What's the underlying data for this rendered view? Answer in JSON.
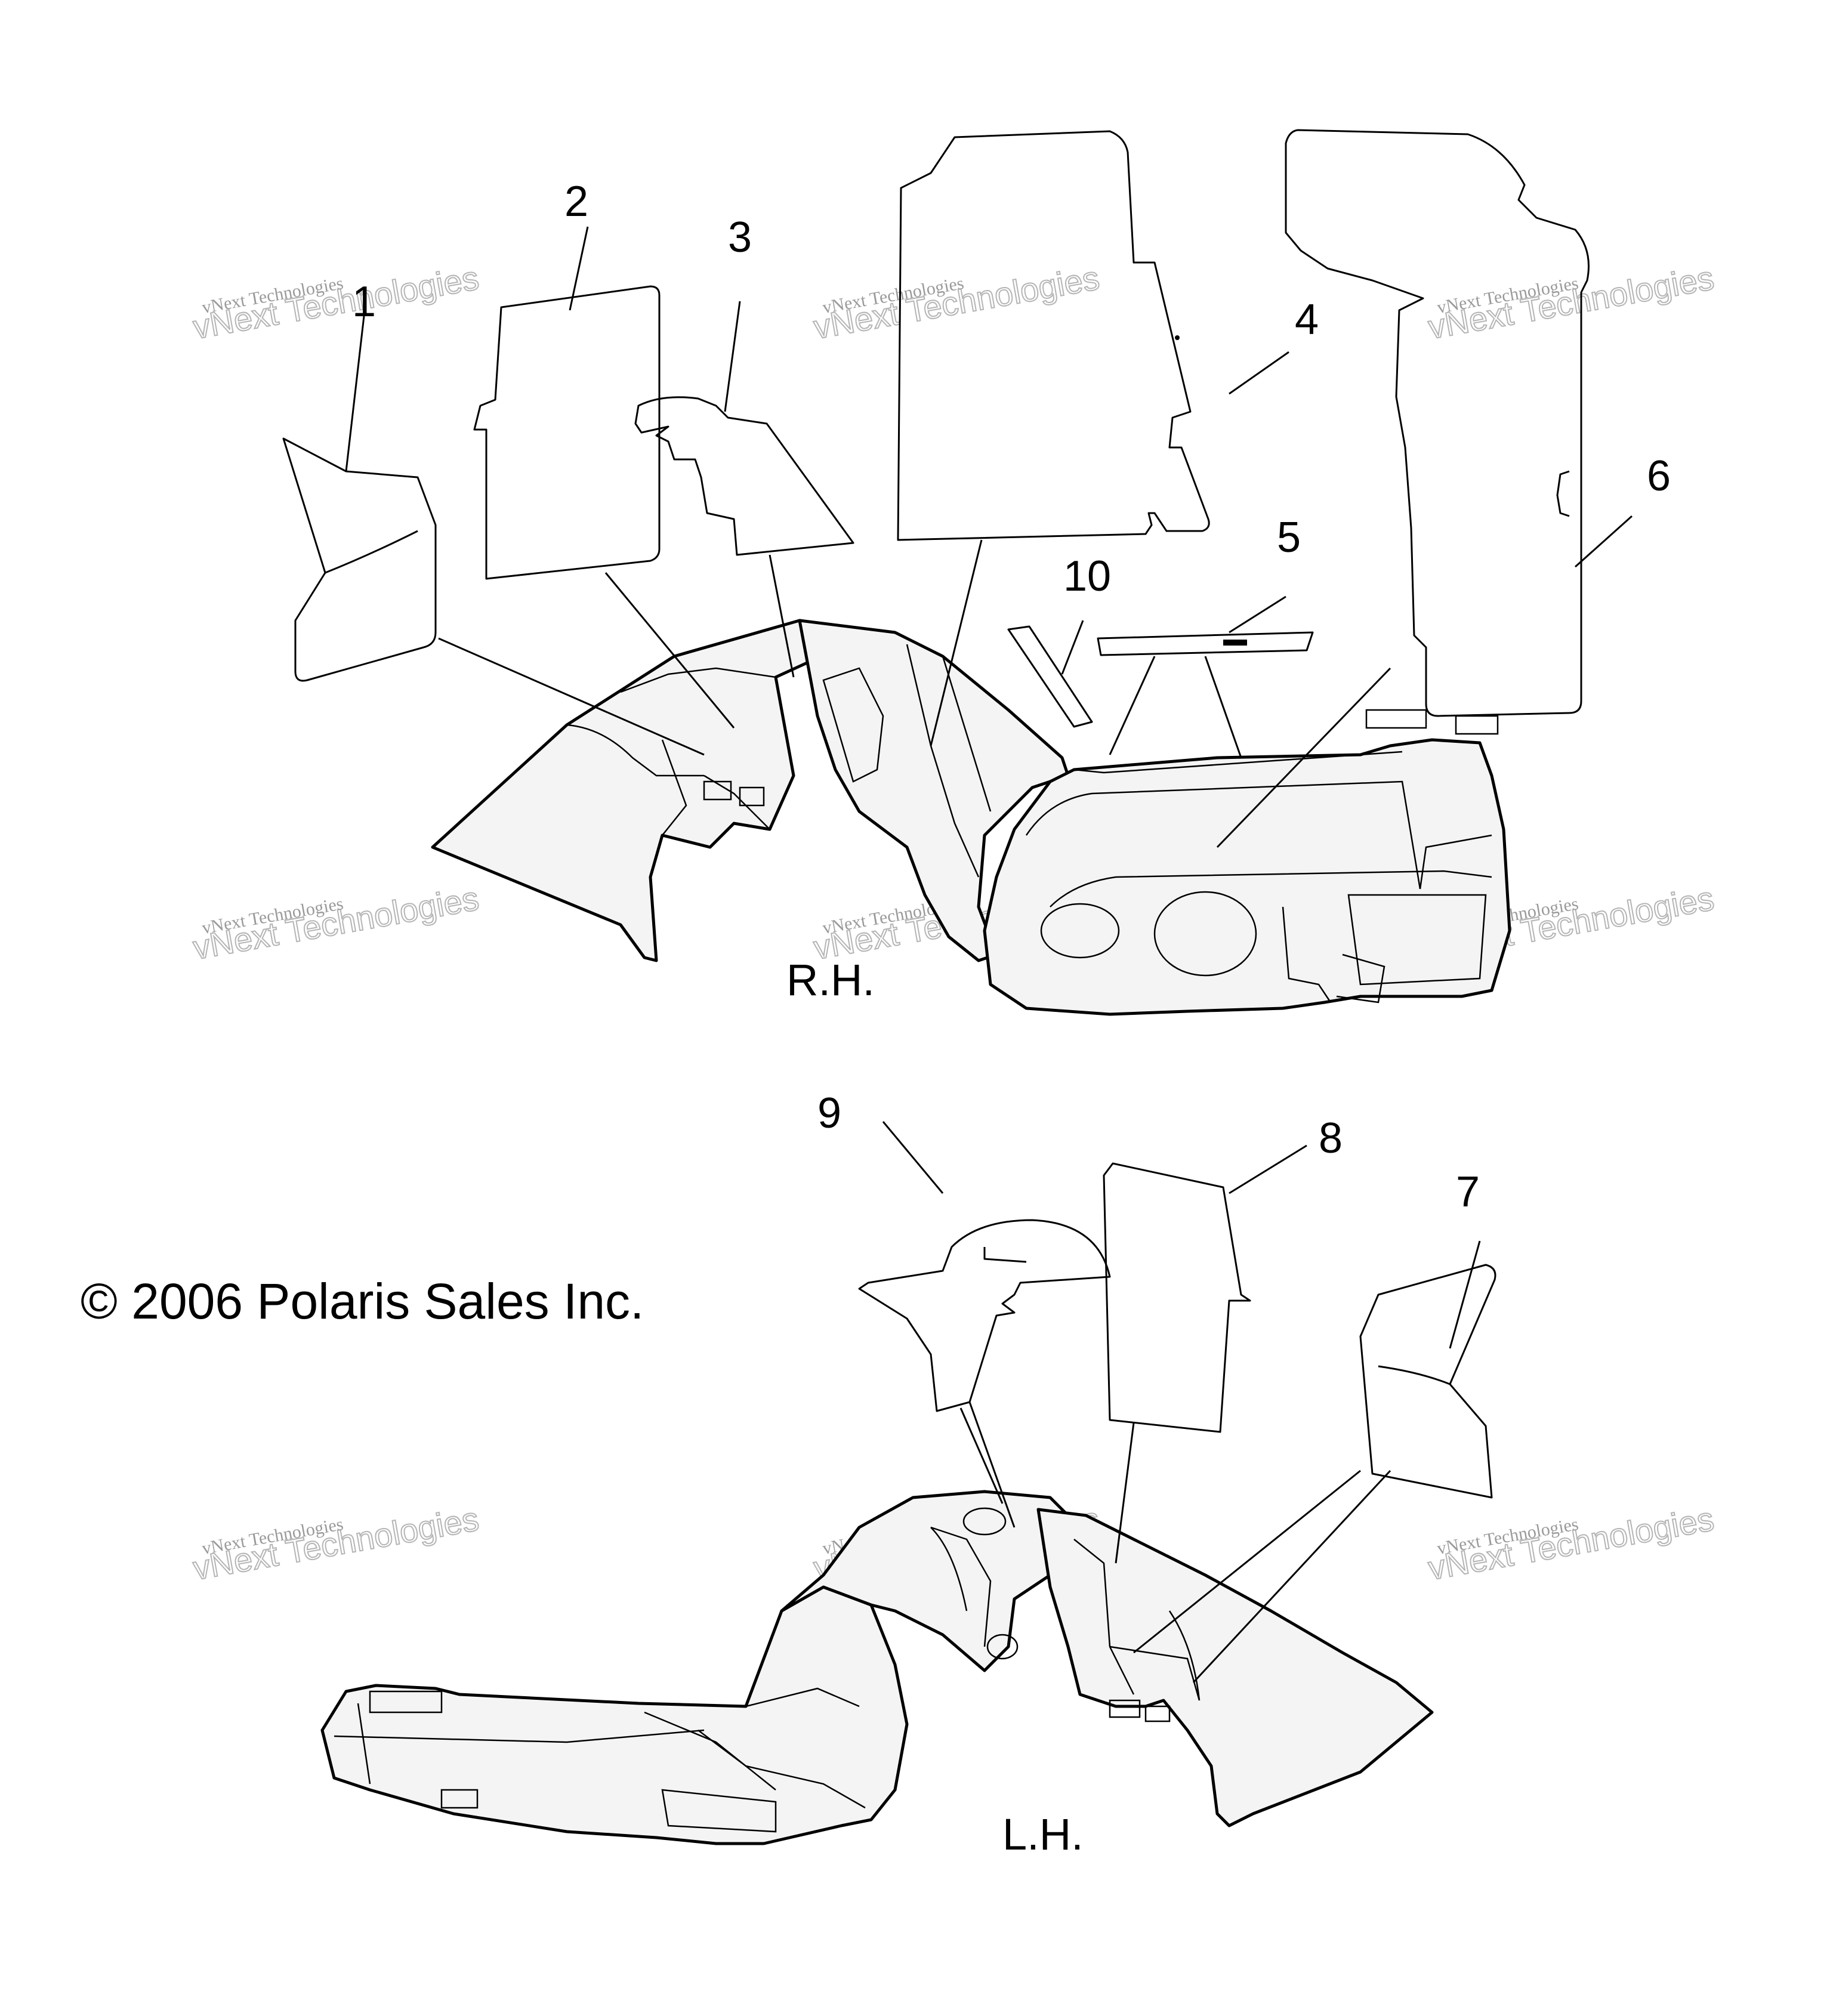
{
  "callouts": [
    "1",
    "2",
    "3",
    "4",
    "5",
    "6",
    "7",
    "8",
    "9",
    "10"
  ],
  "labels": {
    "right_hand": "R.H.",
    "left_hand": "L.H."
  },
  "copyright": "© 2006 Polaris Sales Inc.",
  "watermark": {
    "line1": "vNext Technologies",
    "line2": "vNext Technologies"
  }
}
